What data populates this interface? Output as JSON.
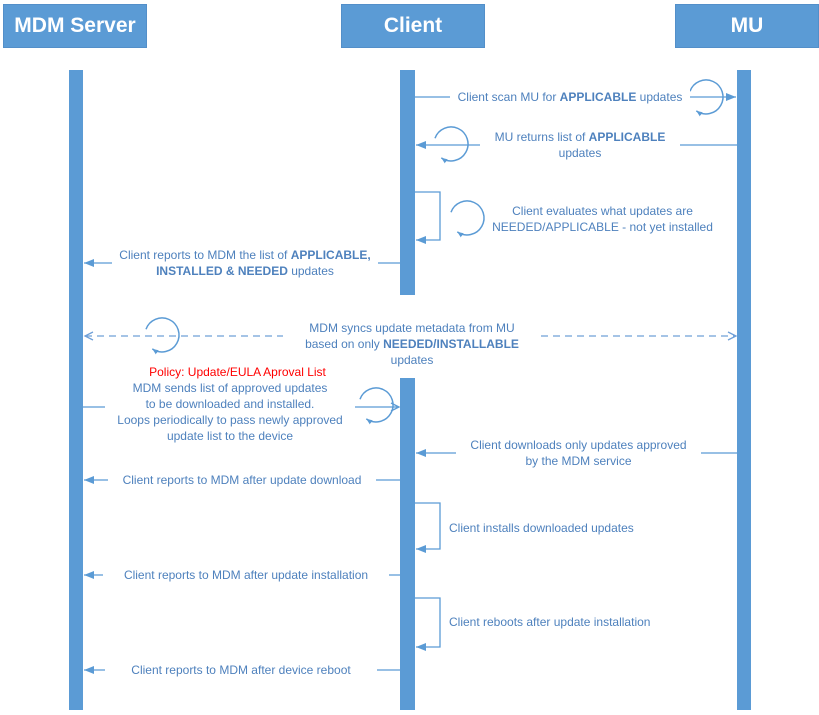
{
  "colors": {
    "primary": "#5B9BD5",
    "line": "#5B9BD5",
    "dashed_line": "#6FA0D8",
    "message_text": "#4E81BD",
    "policy_text": "#FF0000"
  },
  "actors": [
    {
      "label": "MDM Server"
    },
    {
      "label": "Client"
    },
    {
      "label": "MU"
    }
  ],
  "messages": {
    "scan": {
      "parts": [
        {
          "t": "Client scan MU for "
        },
        {
          "t": "APPLICABLE",
          "b": true
        },
        {
          "t": " updates"
        }
      ]
    },
    "returns": {
      "parts": [
        {
          "t": "MU returns list of "
        },
        {
          "t": "APPLICABLE",
          "b": true
        },
        {
          "t": "\nupdates"
        }
      ]
    },
    "evaluate": {
      "parts": [
        {
          "t": "Client evaluates what updates are\nNEEDED/APPLICABLE - not yet installed"
        }
      ]
    },
    "report_list": {
      "parts": [
        {
          "t": "Client reports to MDM the list of "
        },
        {
          "t": "APPLICABLE,",
          "b": true
        },
        {
          "t": "\n"
        },
        {
          "t": "INSTALLED & NEEDED",
          "b": true
        },
        {
          "t": " updates"
        }
      ]
    },
    "sync": {
      "parts": [
        {
          "t": "MDM syncs update metadata from MU\nbased on only "
        },
        {
          "t": "NEEDED/INSTALLABLE",
          "b": true
        },
        {
          "t": " updates"
        }
      ]
    },
    "policy": {
      "parts": [
        {
          "t": "Policy: Update/EULA Aproval List"
        }
      ]
    },
    "approved": {
      "parts": [
        {
          "t": "MDM sends list of approved updates\nto be downloaded and installed.\nLoops periodically to pass newly approved\nupdate list to the device"
        }
      ]
    },
    "download": {
      "parts": [
        {
          "t": "Client downloads only updates approved\nby the MDM service"
        }
      ]
    },
    "report_download": {
      "parts": [
        {
          "t": "Client reports to MDM after update download"
        }
      ]
    },
    "install": {
      "parts": [
        {
          "t": "Client installs downloaded updates"
        }
      ]
    },
    "report_install": {
      "parts": [
        {
          "t": "Client reports to MDM after update installation"
        }
      ]
    },
    "reboot": {
      "parts": [
        {
          "t": "Client reboots after update installation"
        }
      ]
    },
    "report_reboot": {
      "parts": [
        {
          "t": "Client reports to MDM after device reboot"
        }
      ]
    }
  }
}
